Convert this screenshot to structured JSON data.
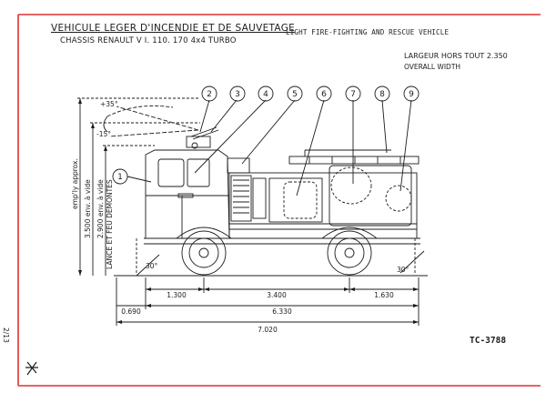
{
  "header": {
    "title_fr": "VEHICULE LEGER D'INCENDIE ET DE SAUVETAGE",
    "subtitle_fr": "CHASSIS RENAULT V I. 110. 170 4x4 TURBO",
    "title_en": "LIGHT FIRE-FIGHTING AND RESCUE VEHICLE",
    "width_fr": "LARGEUR HORS TOUT 2.350",
    "width_en": "OVERALL WIDTH"
  },
  "callouts": [
    "1",
    "2",
    "3",
    "4",
    "5",
    "6",
    "7",
    "8",
    "9"
  ],
  "angles": {
    "boom_up": "+35°",
    "boom_down": "-15°",
    "approach": "30°",
    "departure": "30°"
  },
  "vertical_labels": {
    "height_loaded": "emp'ly approx.",
    "height_empty": "3.500 env. à vide",
    "height_lance": "2.900 env. à vide",
    "lance_note": "LANCE ET FEU DEMONTES"
  },
  "dimensions": {
    "front_axle": "1.300",
    "wheelbase": "3.400",
    "rear_overhang": "1.630",
    "front_overhang": "0.690",
    "body_length": "6.330",
    "overall_length": "7.020"
  },
  "document": {
    "reference": "TC-3788",
    "page": "2/13"
  },
  "colors": {
    "ink": "#1c1c1c",
    "border": "#e03030",
    "paper": "#ffffff"
  }
}
